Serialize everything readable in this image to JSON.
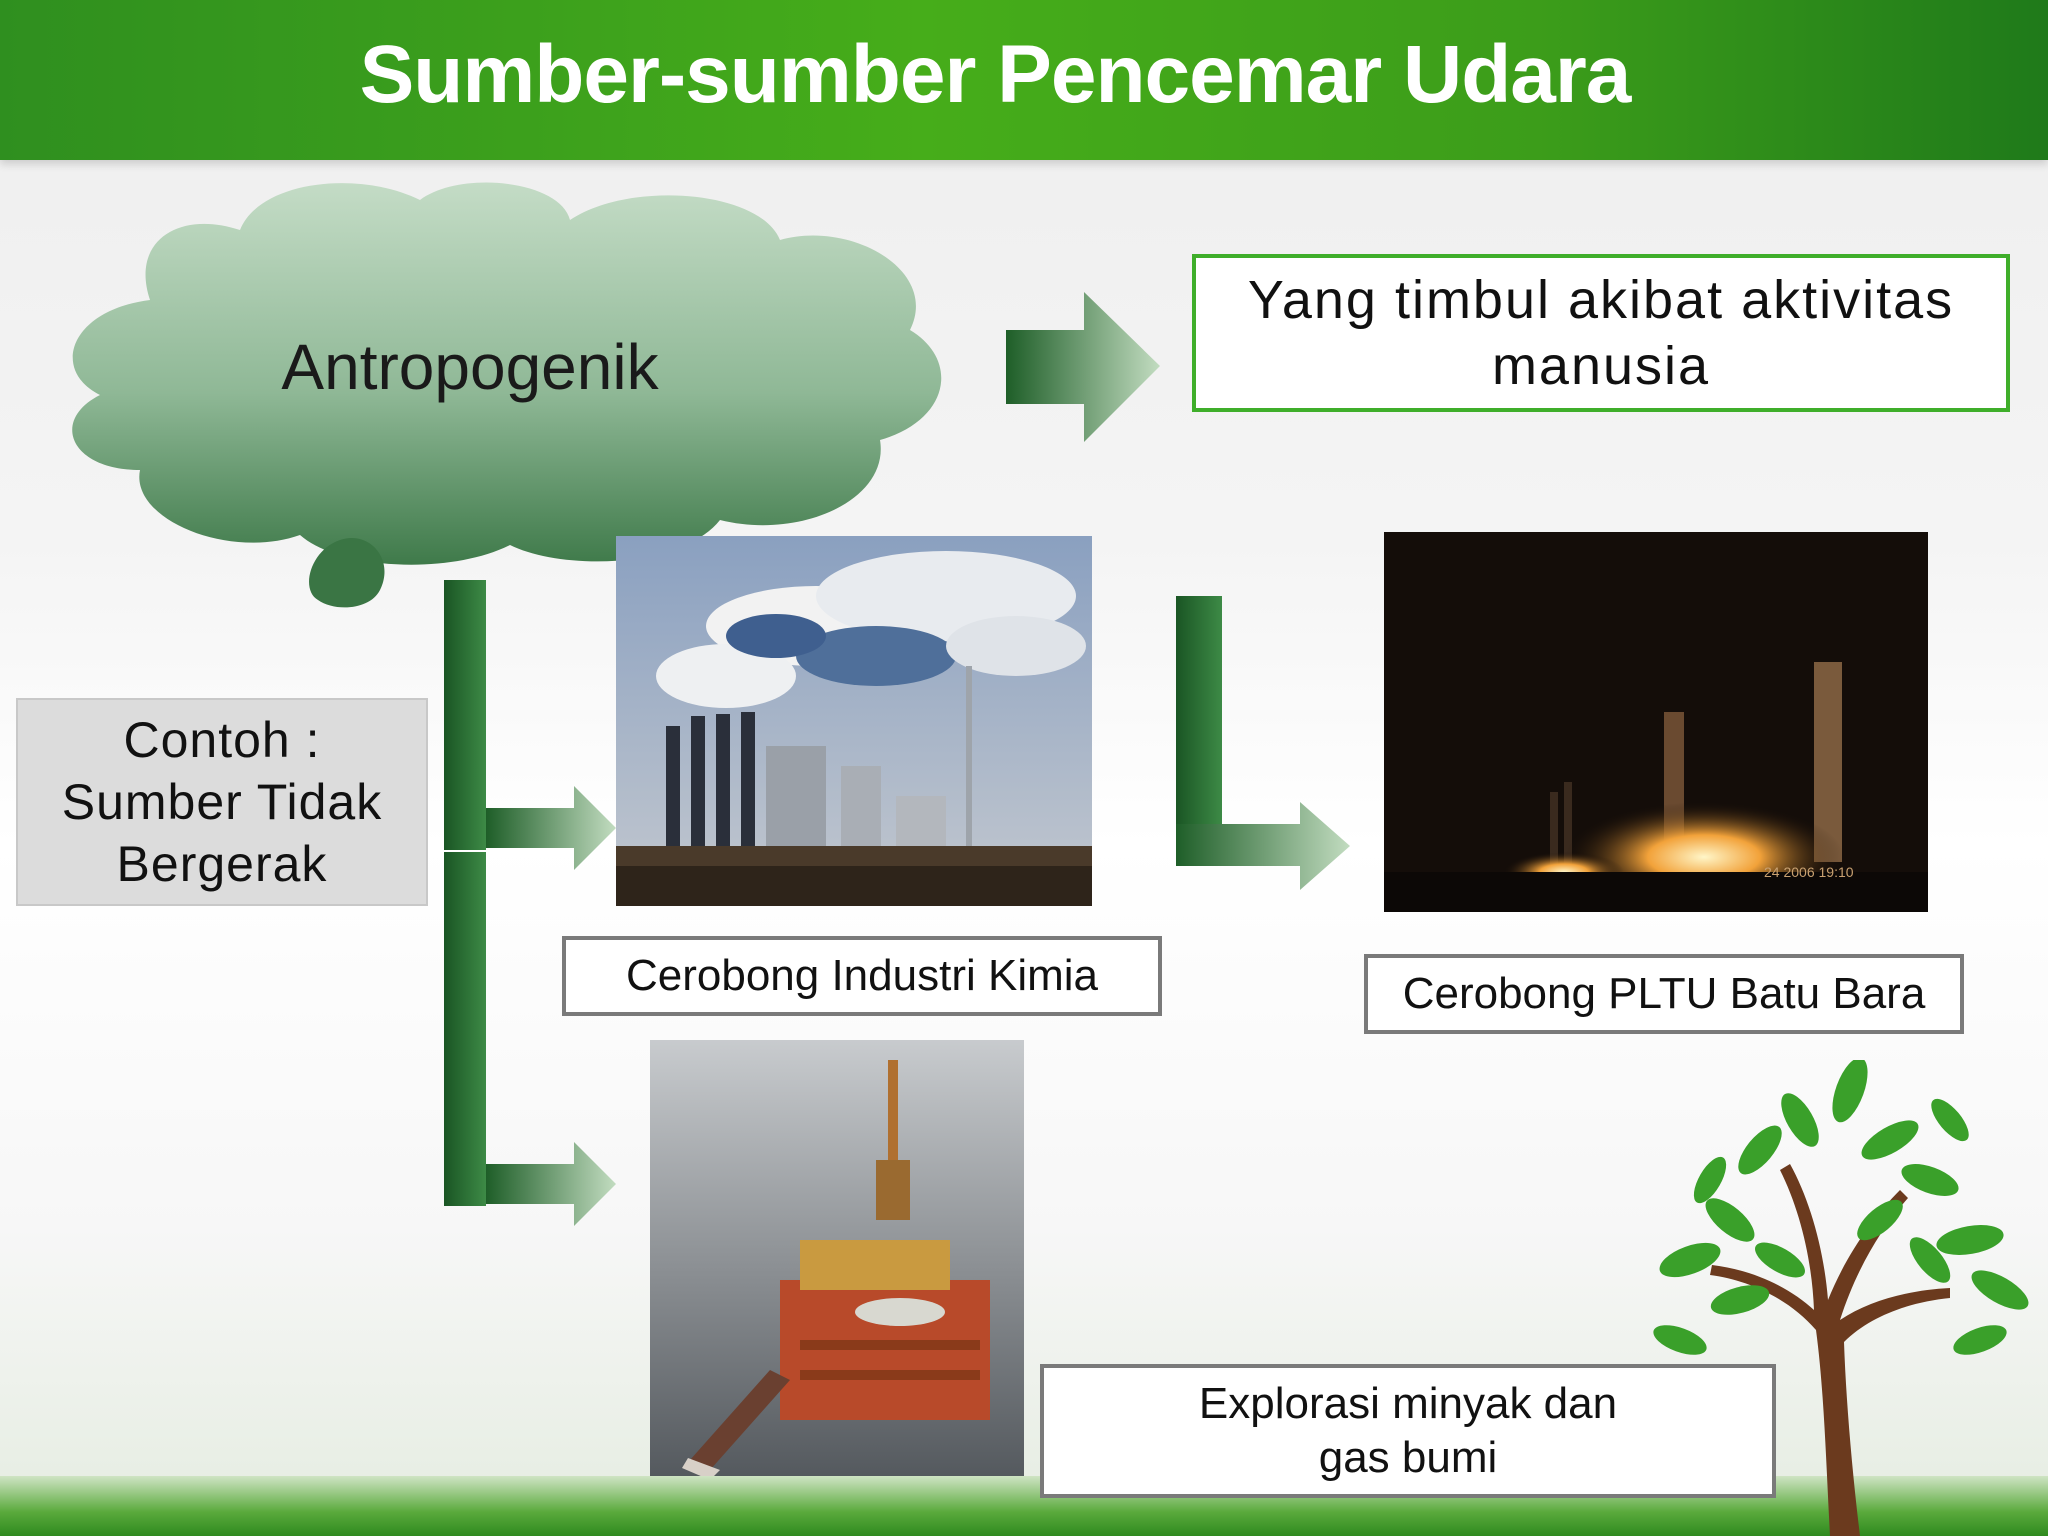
{
  "header": {
    "title": "Sumber-sumber Pencemar Udara"
  },
  "cloud": {
    "label": "Antropogenik"
  },
  "definition": {
    "text": "Yang timbul akibat  aktivitas manusia"
  },
  "example": {
    "text": "Contoh : Sumber Tidak Bergerak"
  },
  "captions": {
    "industry": "Cerobong Industri Kimia",
    "power_plant": "Cerobong PLTU Batu Bara",
    "offshore": "Explorasi minyak dan gas bumi"
  },
  "photos": {
    "power_plant_timestamp": "24   2006 19:10"
  },
  "colors": {
    "header_green": "#46ad1a",
    "box_border_green": "#3fae2a",
    "arrow_dark": "#1e5e28",
    "arrow_light": "#c2dcc0",
    "cloud_dark": "#3f7a4a",
    "cloud_light": "#c4dcc6"
  },
  "icons": [
    "cloud-shape",
    "arrow-right",
    "tree-illustration"
  ]
}
